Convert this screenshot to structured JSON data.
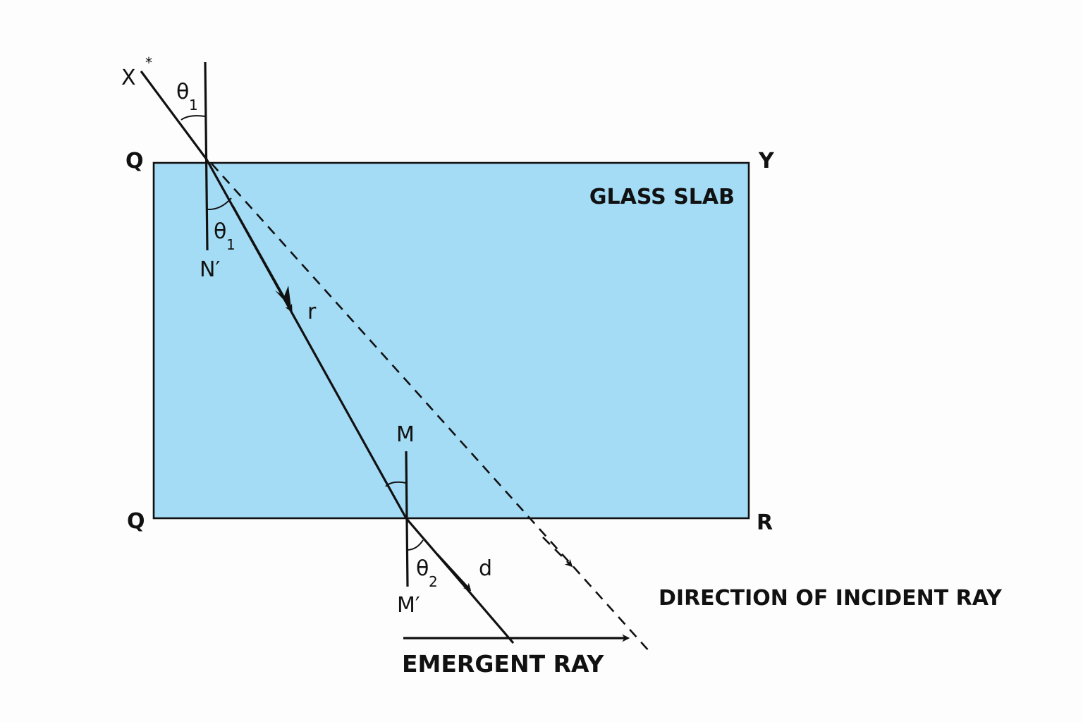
{
  "labels": {
    "x_point": "X",
    "star": "*",
    "theta1_top": "θ",
    "theta1_top_sub": "1",
    "q_top": "Q",
    "y_corner": "Y",
    "glass_slab": "GLASS SLAB",
    "theta1_inside": "θ",
    "theta1_inside_sub": "1",
    "n_prime": "N′",
    "r": "r",
    "m": "M",
    "q_bottom": "Q",
    "r_corner": "R",
    "theta2": "θ",
    "theta2_sub": "2",
    "d": "d",
    "m_prime": "M′",
    "direction_incident": "DIRECTION OF INCIDENT RAY",
    "emergent_ray": "EMERGENT RAY"
  },
  "colors": {
    "slab_fill": "#a4dcf5",
    "line": "#111111"
  }
}
